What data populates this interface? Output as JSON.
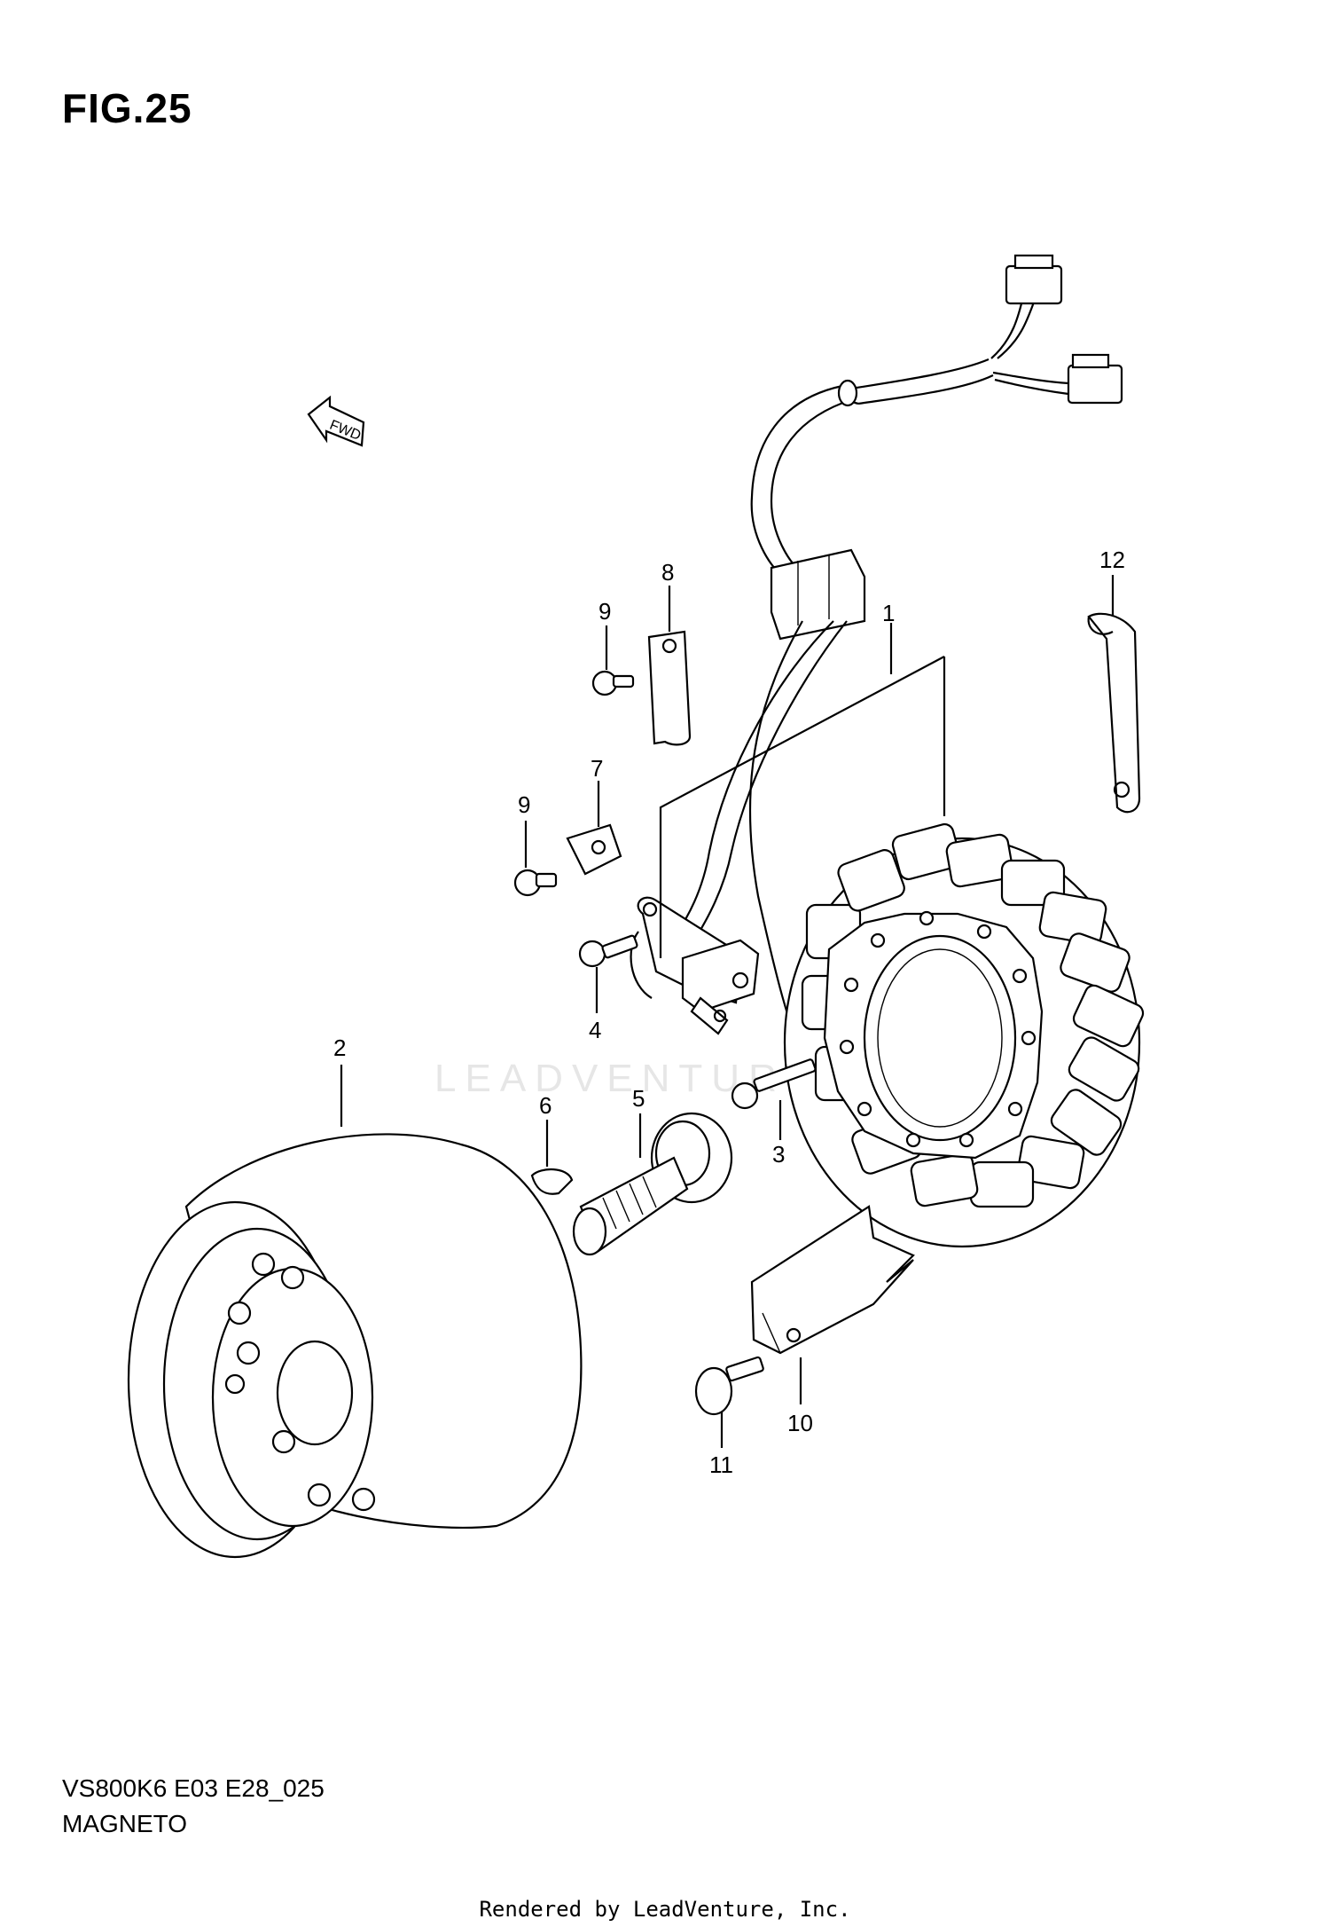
{
  "figure": {
    "title": "FIG.25",
    "code": "VS800K6 E03 E28_025",
    "name": "MAGNETO",
    "rendered_by": "Rendered by LeadVenture, Inc.",
    "watermark": "LEADVENTURE",
    "fwd_label": "FWD"
  },
  "callouts": {
    "c1": "1",
    "c2": "2",
    "c3": "3",
    "c4": "4",
    "c5": "5",
    "c6": "6",
    "c7": "7",
    "c8": "8",
    "c9a": "9",
    "c9b": "9",
    "c10": "10",
    "c11": "11",
    "c12": "12"
  }
}
